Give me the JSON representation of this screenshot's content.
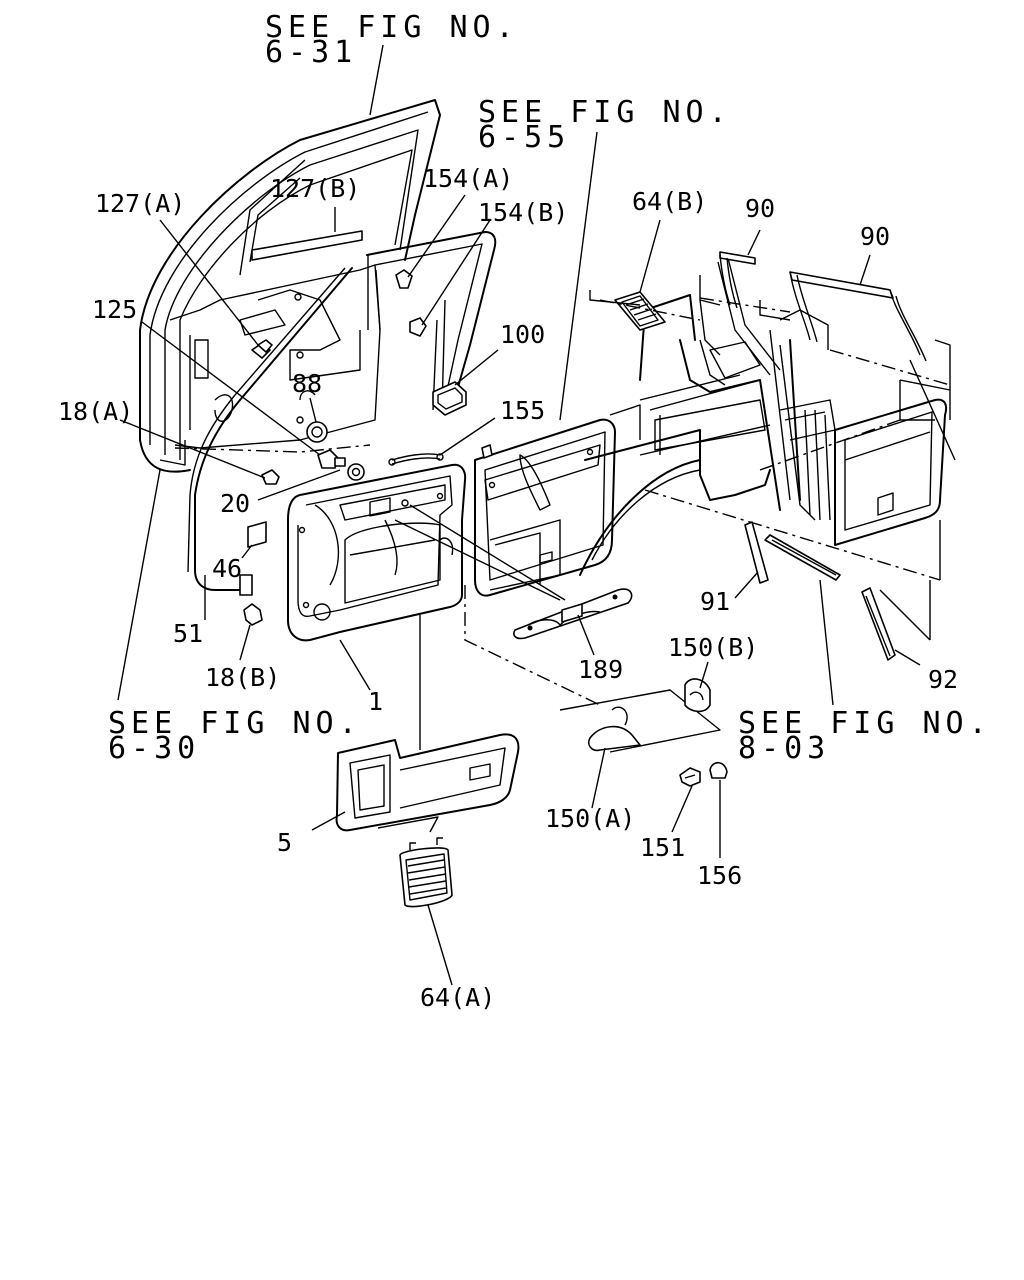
{
  "references": {
    "fig_6_31": [
      "SEE FIG NO.",
      "6-31"
    ],
    "fig_6_55": [
      "SEE FIG NO.",
      "6-55"
    ],
    "fig_6_30": [
      "SEE FIG NO.",
      "6-30"
    ],
    "fig_8_03": [
      "SEE FIG NO.",
      "8-03"
    ]
  },
  "callouts": {
    "p127a": "127(A)",
    "p127b": "127(B)",
    "p154a": "154(A)",
    "p154b": "154(B)",
    "p64b": "64(B)",
    "p90a": "90",
    "p90b": "90",
    "p125": "125",
    "p100": "100",
    "p88": "88",
    "p18a": "18(A)",
    "p155": "155",
    "p20": "20",
    "p46": "46",
    "p51": "51",
    "p18b": "18(B)",
    "p1": "1",
    "p189": "189",
    "p91": "91",
    "p150b": "150(B)",
    "p92": "92",
    "p5": "5",
    "p150a": "150(A)",
    "p151": "151",
    "p156": "156",
    "p64a": "64(A)"
  }
}
